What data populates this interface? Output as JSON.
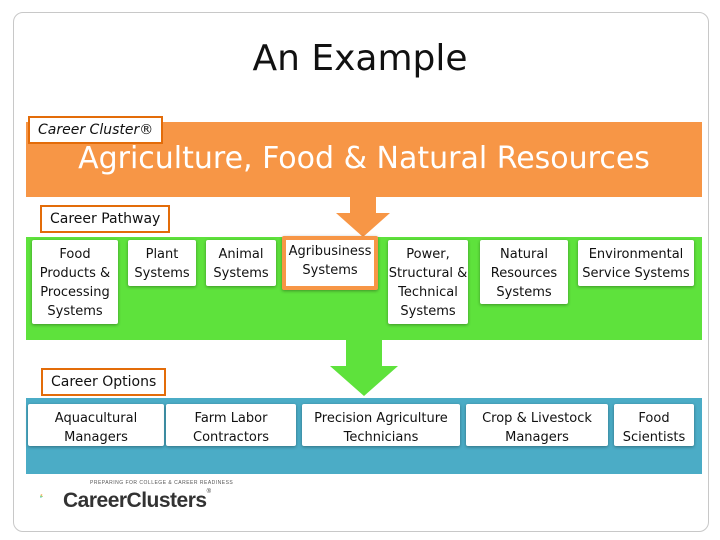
{
  "title": "An Example",
  "cluster": {
    "tag": "Career Cluster®",
    "heading": "Agriculture, Food & Natural Resources"
  },
  "pathway": {
    "tag": "Career Pathway",
    "items": [
      "Food Products & Processing Systems",
      "Plant Systems",
      "Animal Systems",
      "Agribusiness Systems",
      "Power, Structural & Technical Systems",
      "Natural Resources Systems",
      "Environmental Service Systems"
    ]
  },
  "options": {
    "tag": "Career Options",
    "items": [
      "Aquacultural Managers",
      "Farm Labor Contractors",
      "Precision Agriculture Technicians",
      "Crop & Livestock Managers",
      "Food Scientists"
    ]
  },
  "logo": {
    "small_text": "PREPARING FOR COLLEGE & CAREER READINESS",
    "name": "CareerClusters",
    "mark": "®"
  },
  "colors": {
    "cluster_band": "#f79646",
    "pathway_band": "#5ee23c",
    "options_band": "#4bacc6"
  }
}
